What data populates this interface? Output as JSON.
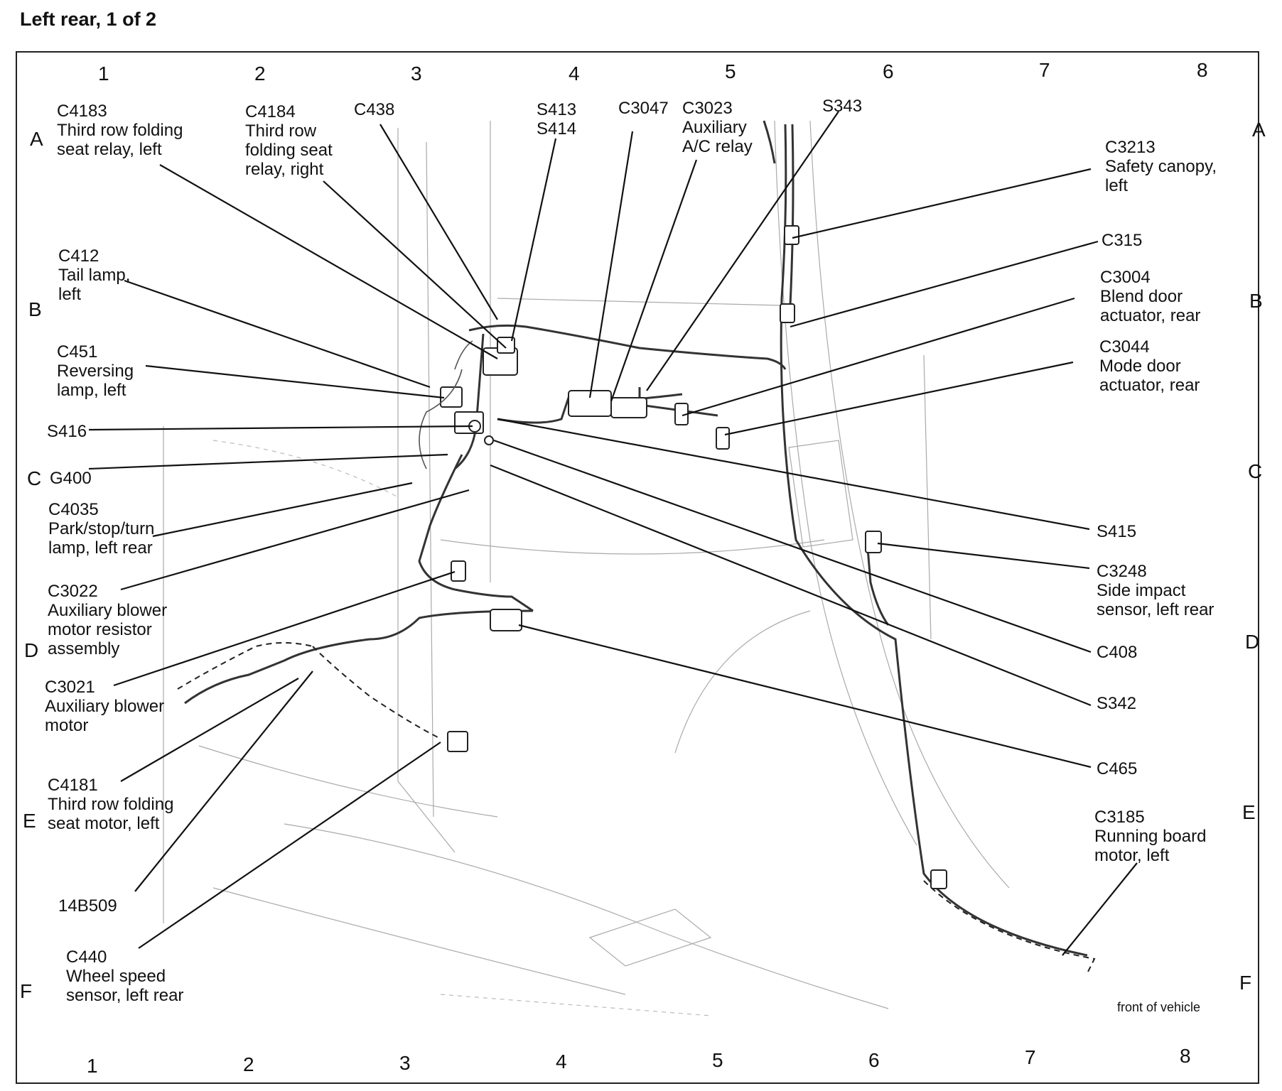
{
  "page": {
    "title": "Left rear, 1 of 2"
  },
  "grid": {
    "columns": [
      "1",
      "2",
      "3",
      "4",
      "5",
      "6",
      "7",
      "8"
    ],
    "rows": [
      "A",
      "B",
      "C",
      "D",
      "E",
      "F"
    ]
  },
  "labels": {
    "c4183": {
      "code": "C4183",
      "lines": [
        "Third row folding",
        "seat relay, left"
      ]
    },
    "c4184": {
      "code": "C4184",
      "lines": [
        "Third row",
        "folding seat",
        "relay, right"
      ]
    },
    "c438": {
      "code": "C438",
      "lines": []
    },
    "s413_s414": {
      "code": "S413",
      "lines": [
        "S414"
      ]
    },
    "c3047": {
      "code": "C3047",
      "lines": []
    },
    "c3023": {
      "code": "C3023",
      "lines": [
        "Auxiliary",
        "A/C relay"
      ]
    },
    "s343": {
      "code": "S343",
      "lines": []
    },
    "c3213": {
      "code": "C3213",
      "lines": [
        "Safety canopy,",
        "left"
      ]
    },
    "c412": {
      "code": "C412",
      "lines": [
        "Tail lamp,",
        "left"
      ]
    },
    "c315": {
      "code": "C315",
      "lines": []
    },
    "c3004": {
      "code": "C3004",
      "lines": [
        "Blend door",
        "actuator, rear"
      ]
    },
    "c451": {
      "code": "C451",
      "lines": [
        "Reversing",
        "lamp, left"
      ]
    },
    "c3044": {
      "code": "C3044",
      "lines": [
        "Mode door",
        "actuator, rear"
      ]
    },
    "s416": {
      "code": "S416",
      "lines": []
    },
    "g400": {
      "code": "G400",
      "lines": []
    },
    "c4035": {
      "code": "C4035",
      "lines": [
        "Park/stop/turn",
        "lamp, left rear"
      ]
    },
    "s415": {
      "code": "S415",
      "lines": []
    },
    "c3022": {
      "code": "C3022",
      "lines": [
        "Auxiliary blower",
        "motor resistor",
        "assembly"
      ]
    },
    "c3248": {
      "code": "C3248",
      "lines": [
        "Side impact",
        "sensor, left rear"
      ]
    },
    "c408": {
      "code": "C408",
      "lines": []
    },
    "c3021": {
      "code": "C3021",
      "lines": [
        "Auxiliary blower",
        "motor"
      ]
    },
    "s342": {
      "code": "S342",
      "lines": []
    },
    "c465": {
      "code": "C465",
      "lines": []
    },
    "c4181": {
      "code": "C4181",
      "lines": [
        "Third row folding",
        "seat motor, left"
      ]
    },
    "c3185": {
      "code": "C3185",
      "lines": [
        "Running board",
        "motor, left"
      ]
    },
    "p14b509": {
      "code": "14B509",
      "lines": []
    },
    "c440": {
      "code": "C440",
      "lines": [
        "Wheel speed",
        "sensor, left rear"
      ]
    }
  },
  "note": "front of vehicle"
}
